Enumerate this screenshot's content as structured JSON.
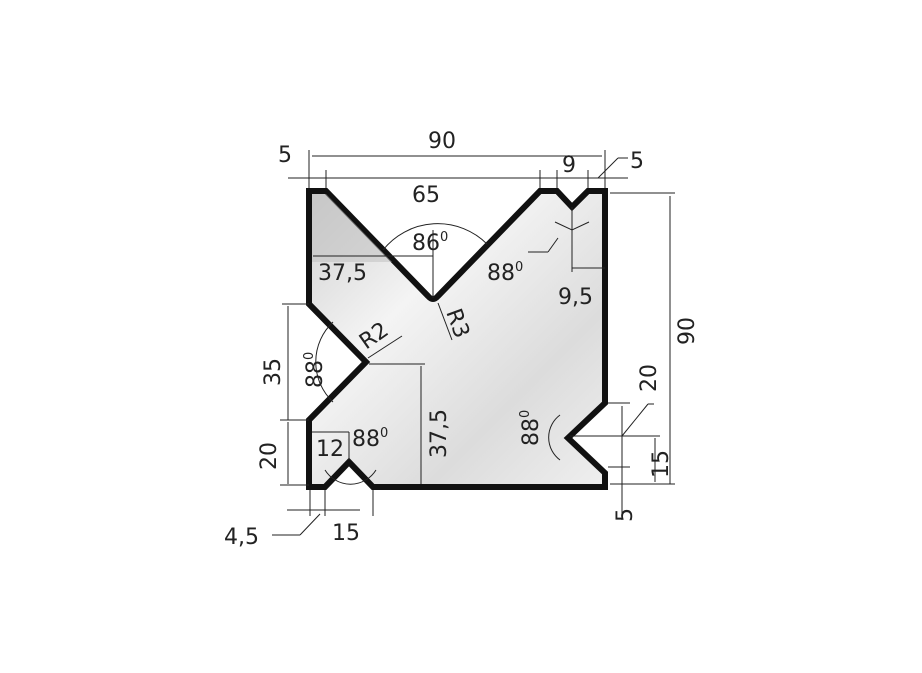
{
  "drawing": {
    "overall_width": "90",
    "overall_height": "90",
    "top_left_flat": "5",
    "top_v_opening": "65",
    "small_v_opening": "9",
    "top_right_flat": "5",
    "top_v_angle": "86",
    "top_v_center_offset": "37,5",
    "small_v_angle": "88",
    "small_v_offset": "9,5",
    "top_v_radius": "R3",
    "left_v_radius": "R2",
    "left_v_opening": "35",
    "left_v_angle": "88",
    "left_lower_flat": "20",
    "left_v_height": "37,5",
    "bottom_v_offset": "12",
    "bottom_v_angle": "88",
    "right_v_opening": "20",
    "right_v_angle": "88",
    "right_v_height": "15",
    "right_lower_flat": "5",
    "bottom_left_flat": "4,5",
    "bottom_v_opening": "15",
    "degree_symbol": "0"
  },
  "colors": {
    "outline": "#111111",
    "fill_light": "#f2f2f2",
    "fill_dark": "#c9c9c9"
  }
}
